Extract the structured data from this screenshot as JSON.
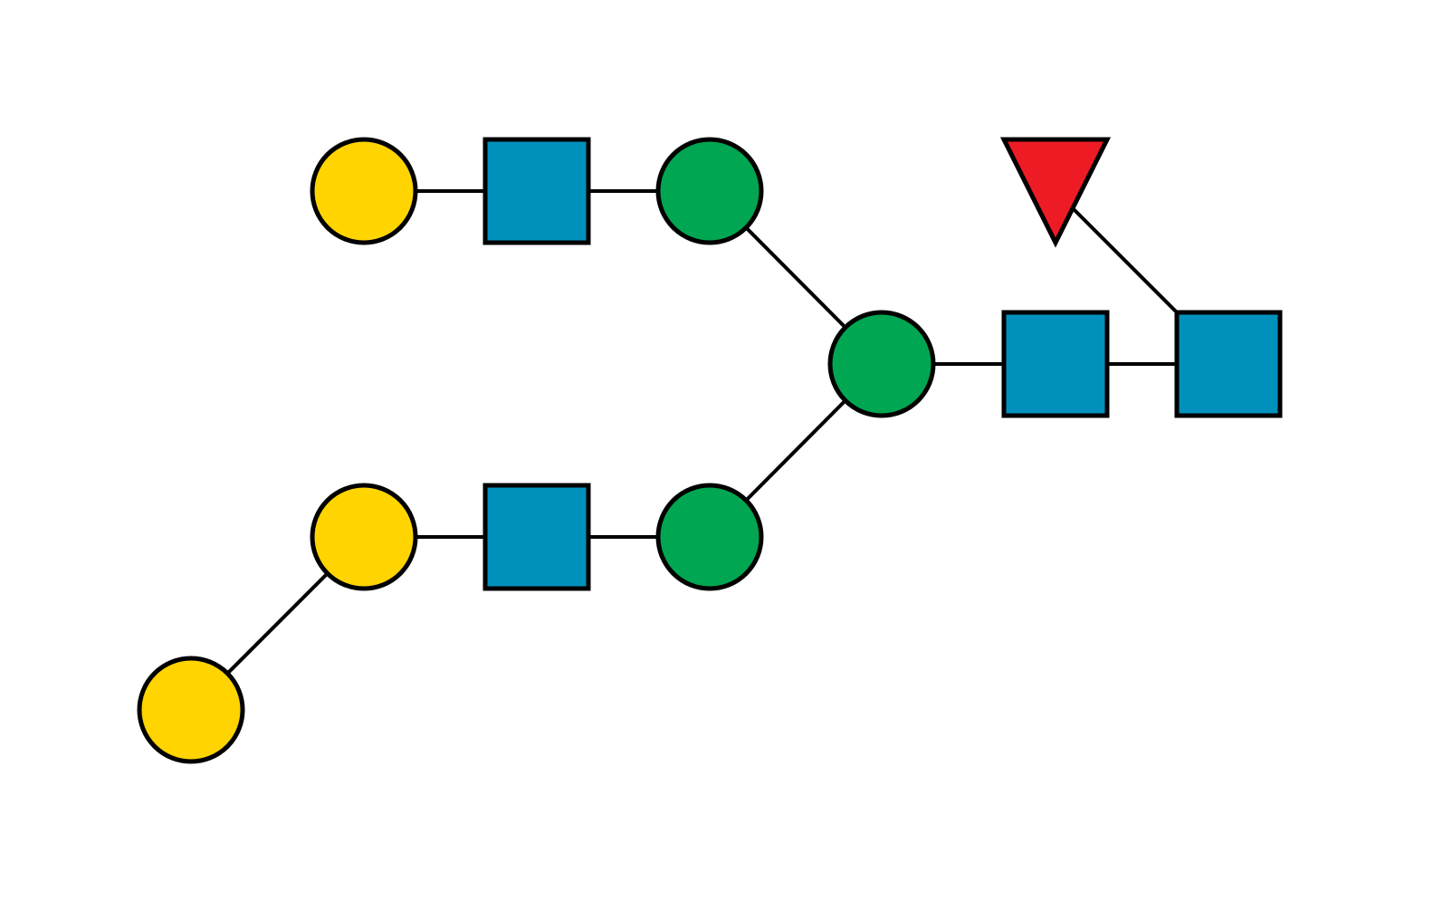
{
  "diagram": {
    "type": "glycan-snfg",
    "colors": {
      "background": "#ffffff",
      "line": "#000000",
      "galactose": "#FFD400",
      "glcnac": "#0090BC",
      "mannose": "#00A651",
      "fucose": "#ED1C24"
    },
    "residues": [
      {
        "id": "glcnac-root",
        "shape": "square",
        "color_key": "glcnac"
      },
      {
        "id": "glcnac-core",
        "shape": "square",
        "color_key": "glcnac"
      },
      {
        "id": "fucose",
        "shape": "triangle",
        "color_key": "fucose"
      },
      {
        "id": "mannose-core",
        "shape": "circle",
        "color_key": "mannose"
      },
      {
        "id": "mannose-upper",
        "shape": "circle",
        "color_key": "mannose"
      },
      {
        "id": "mannose-lower",
        "shape": "circle",
        "color_key": "mannose"
      },
      {
        "id": "glcnac-upper",
        "shape": "square",
        "color_key": "glcnac"
      },
      {
        "id": "glcnac-lower",
        "shape": "square",
        "color_key": "glcnac"
      },
      {
        "id": "galactose-upper",
        "shape": "circle",
        "color_key": "galactose"
      },
      {
        "id": "galactose-lower",
        "shape": "circle",
        "color_key": "galactose"
      },
      {
        "id": "galactose-terminal",
        "shape": "circle",
        "color_key": "galactose"
      }
    ],
    "bonds": [
      {
        "from": "glcnac-root",
        "to": "glcnac-core"
      },
      {
        "from": "glcnac-root",
        "to": "fucose"
      },
      {
        "from": "glcnac-core",
        "to": "mannose-core"
      },
      {
        "from": "mannose-core",
        "to": "mannose-upper"
      },
      {
        "from": "mannose-core",
        "to": "mannose-lower"
      },
      {
        "from": "mannose-upper",
        "to": "glcnac-upper"
      },
      {
        "from": "glcnac-upper",
        "to": "galactose-upper"
      },
      {
        "from": "mannose-lower",
        "to": "glcnac-lower"
      },
      {
        "from": "glcnac-lower",
        "to": "galactose-lower"
      },
      {
        "from": "galactose-lower",
        "to": "galactose-terminal"
      }
    ]
  }
}
